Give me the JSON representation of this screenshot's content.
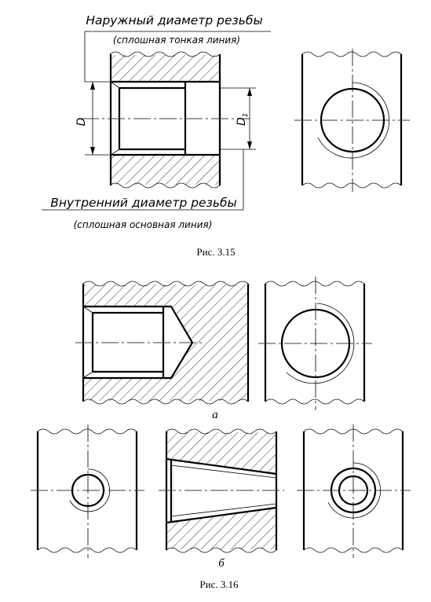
{
  "fig315": {
    "outer_title": "Наружный диаметр резьбы",
    "outer_sub": "(сплошная тонкая линия)",
    "inner_title": "Внутренний диаметр резьбы",
    "inner_sub": "(сплошная основная линия)",
    "dim_d": "D",
    "dim_d1": "D",
    "dim_d1_sub": "1",
    "caption": "Рис. 3.15"
  },
  "fig316": {
    "label_a": "а",
    "label_b": "б",
    "caption": "Рис. 3.16"
  }
}
